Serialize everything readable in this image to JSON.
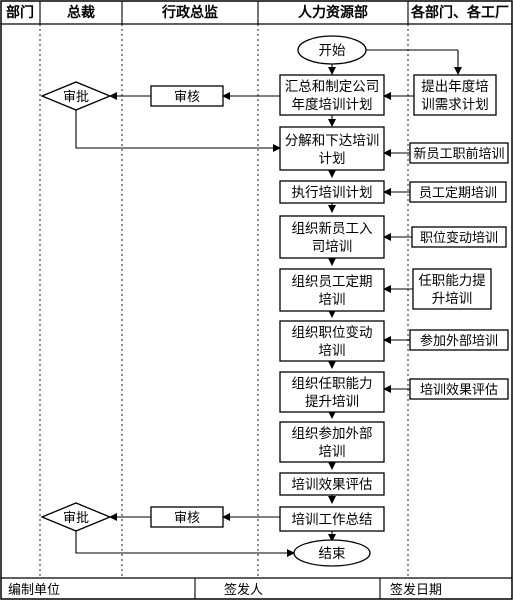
{
  "header": {
    "department": "部门",
    "president": "总裁",
    "admin_director": "行政总监",
    "hr_department": "人力资源部",
    "departments_factories": "各部门、各工厂"
  },
  "nodes": {
    "start": "开始",
    "summarize": [
      "汇总和制定公司",
      "年度培训计划"
    ],
    "propose_needs": [
      "提出年度培",
      "训需求计划"
    ],
    "review_1": "审核",
    "approve_1": "审批",
    "decompose": [
      "分解和下达培训",
      "计划"
    ],
    "new_employee_training": "新员工职前培训",
    "execute": "执行培训计划",
    "regular_training": "员工定期培训",
    "org_new_employee": [
      "组织新员工入",
      "司培训"
    ],
    "job_change_training": "职位变动培训",
    "org_regular": [
      "组织员工定期",
      "培训"
    ],
    "competency_training": [
      "任职能力提",
      "升培训"
    ],
    "org_job_change": [
      "组织职位变动",
      "培训"
    ],
    "external_training": "参加外部培训",
    "org_competency": [
      "组织任职能力",
      "提升培训"
    ],
    "evaluation_right": "培训效果评估",
    "org_external": [
      "组织参加外部",
      "培训"
    ],
    "evaluation": "培训效果评估",
    "summary": "培训工作总结",
    "review_2": "审核",
    "approve_2": "审批",
    "end": "结束"
  },
  "footer": {
    "compiling_unit": "编制单位",
    "issuer": "签发人",
    "issue_date": "签发日期"
  }
}
